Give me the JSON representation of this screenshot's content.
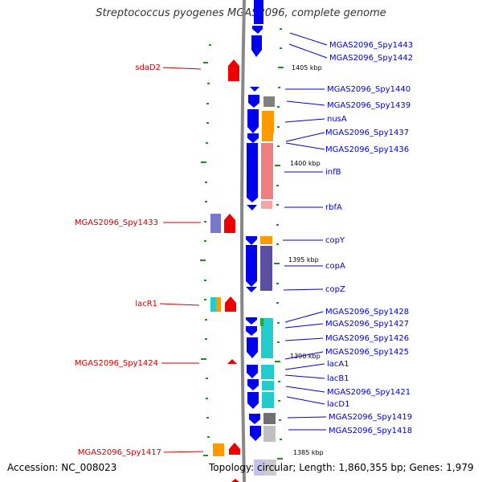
{
  "title": "Streptococcus pyogenes MGAS2096, complete genome",
  "footer": {
    "accession": "Accession: NC_008023",
    "topology": "Topology: circular; Length: 1,860,355 bp; Genes: 1,979"
  },
  "colors": {
    "forward_gene": "#0000ee",
    "reverse_gene": "#ee0000",
    "backbone": "#888888",
    "tick": "#228b22",
    "cog_orange": "#ff9900",
    "cog_pink": "#f08080",
    "cog_purple": "#5a4fa0",
    "cog_cyan": "#22cccc",
    "cog_gray": "#808080"
  },
  "scale_labels": [
    "1405 kbp",
    "1400 kbp",
    "1395 kbp",
    "1390 kbp",
    "1385 kbp"
  ],
  "right_labels": [
    "MGAS2096_Spy1443",
    "MGAS2096_Spy1442",
    "MGAS2096_Spy1440",
    "MGAS2096_Spy1439",
    "nusA",
    "MGAS2096_Spy1437",
    "MGAS2096_Spy1436",
    "infB",
    "rbfA",
    "copY",
    "copA",
    "copZ",
    "MGAS2096_Spy1428",
    "MGAS2096_Spy1427",
    "MGAS2096_Spy1426",
    "MGAS2096_Spy1425",
    "lacA1",
    "lacB1",
    "MGAS2096_Spy1421",
    "lacD1",
    "MGAS2096_Spy1419",
    "MGAS2096_Spy1418"
  ],
  "left_labels": [
    "sdaD2",
    "MGAS2096_Spy1433",
    "lacR1",
    "MGAS2096_Spy1424",
    "MGAS2096_Spy1417"
  ]
}
